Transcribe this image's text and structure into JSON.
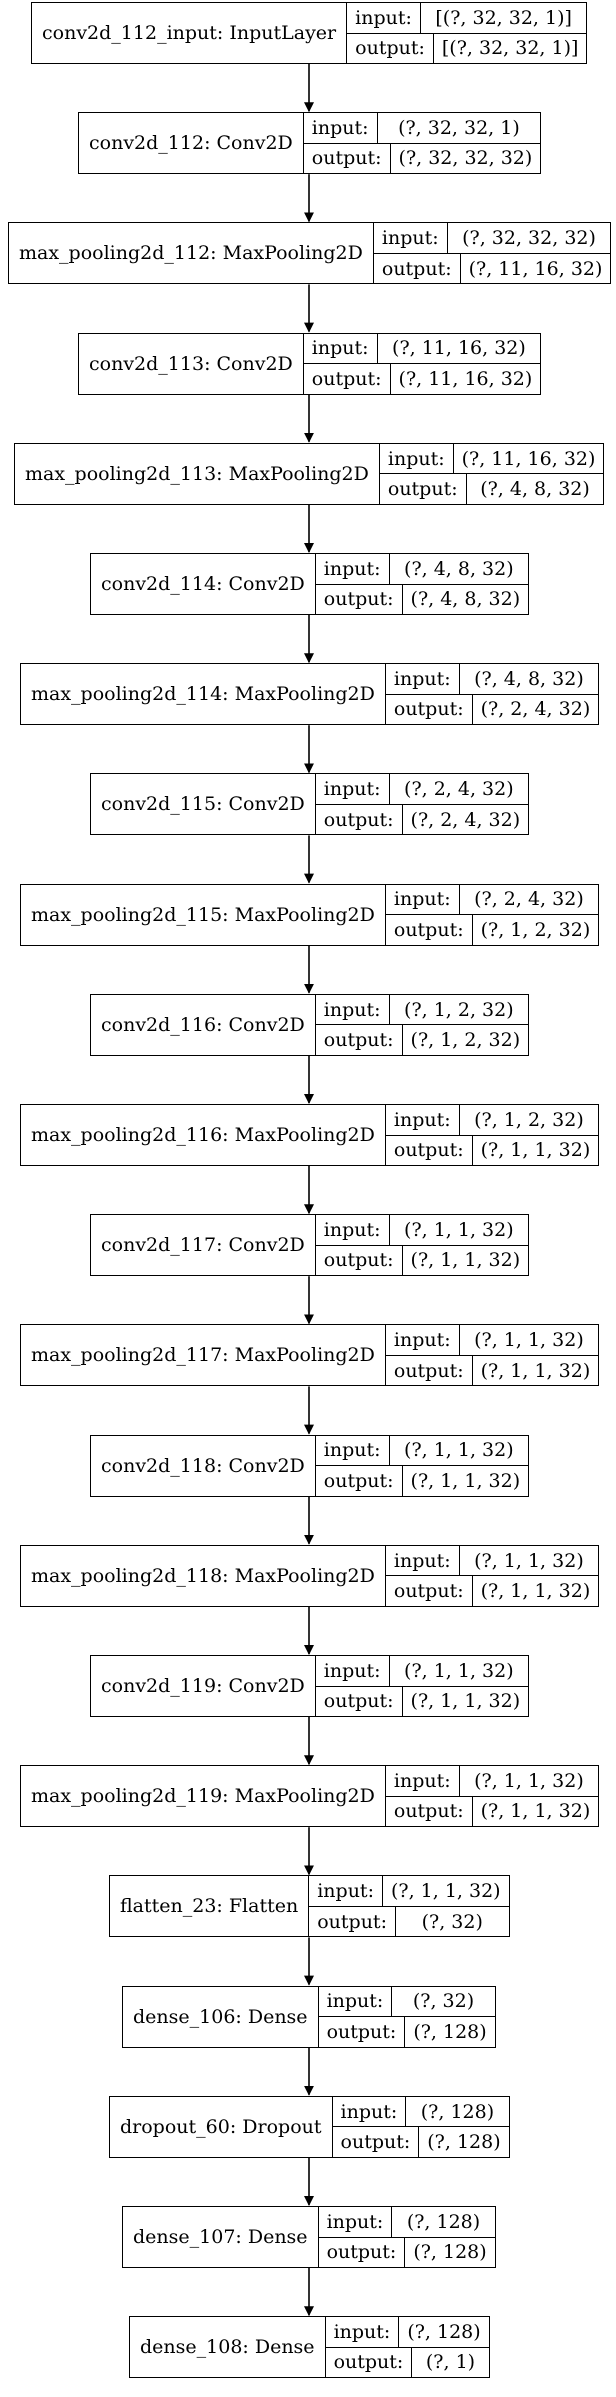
{
  "labels": {
    "input": "input:",
    "output": "output:"
  },
  "nodes": [
    {
      "name": "conv2d_112_input: InputLayer",
      "input": "[(?, 32, 32, 1)]",
      "output": "[(?, 32, 32, 1)]"
    },
    {
      "name": "conv2d_112: Conv2D",
      "input": "(?, 32, 32, 1)",
      "output": "(?, 32, 32, 32)"
    },
    {
      "name": "max_pooling2d_112: MaxPooling2D",
      "input": "(?, 32, 32, 32)",
      "output": "(?, 11, 16, 32)"
    },
    {
      "name": "conv2d_113: Conv2D",
      "input": "(?, 11, 16, 32)",
      "output": "(?, 11, 16, 32)"
    },
    {
      "name": "max_pooling2d_113: MaxPooling2D",
      "input": "(?, 11, 16, 32)",
      "output": "(?, 4, 8, 32)"
    },
    {
      "name": "conv2d_114: Conv2D",
      "input": "(?, 4, 8, 32)",
      "output": "(?, 4, 8, 32)"
    },
    {
      "name": "max_pooling2d_114: MaxPooling2D",
      "input": "(?, 4, 8, 32)",
      "output": "(?, 2, 4, 32)"
    },
    {
      "name": "conv2d_115: Conv2D",
      "input": "(?, 2, 4, 32)",
      "output": "(?, 2, 4, 32)"
    },
    {
      "name": "max_pooling2d_115: MaxPooling2D",
      "input": "(?, 2, 4, 32)",
      "output": "(?, 1, 2, 32)"
    },
    {
      "name": "conv2d_116: Conv2D",
      "input": "(?, 1, 2, 32)",
      "output": "(?, 1, 2, 32)"
    },
    {
      "name": "max_pooling2d_116: MaxPooling2D",
      "input": "(?, 1, 2, 32)",
      "output": "(?, 1, 1, 32)"
    },
    {
      "name": "conv2d_117: Conv2D",
      "input": "(?, 1, 1, 32)",
      "output": "(?, 1, 1, 32)"
    },
    {
      "name": "max_pooling2d_117: MaxPooling2D",
      "input": "(?, 1, 1, 32)",
      "output": "(?, 1, 1, 32)"
    },
    {
      "name": "conv2d_118: Conv2D",
      "input": "(?, 1, 1, 32)",
      "output": "(?, 1, 1, 32)"
    },
    {
      "name": "max_pooling2d_118: MaxPooling2D",
      "input": "(?, 1, 1, 32)",
      "output": "(?, 1, 1, 32)"
    },
    {
      "name": "conv2d_119: Conv2D",
      "input": "(?, 1, 1, 32)",
      "output": "(?, 1, 1, 32)"
    },
    {
      "name": "max_pooling2d_119: MaxPooling2D",
      "input": "(?, 1, 1, 32)",
      "output": "(?, 1, 1, 32)"
    },
    {
      "name": "flatten_23: Flatten",
      "input": "(?, 1, 1, 32)",
      "output": "(?, 32)"
    },
    {
      "name": "dense_106: Dense",
      "input": "(?, 32)",
      "output": "(?, 128)"
    },
    {
      "name": "dropout_60: Dropout",
      "input": "(?, 128)",
      "output": "(?, 128)"
    },
    {
      "name": "dense_107: Dense",
      "input": "(?, 128)",
      "output": "(?, 128)"
    },
    {
      "name": "dense_108: Dense",
      "input": "(?, 128)",
      "output": "(?, 1)"
    }
  ]
}
